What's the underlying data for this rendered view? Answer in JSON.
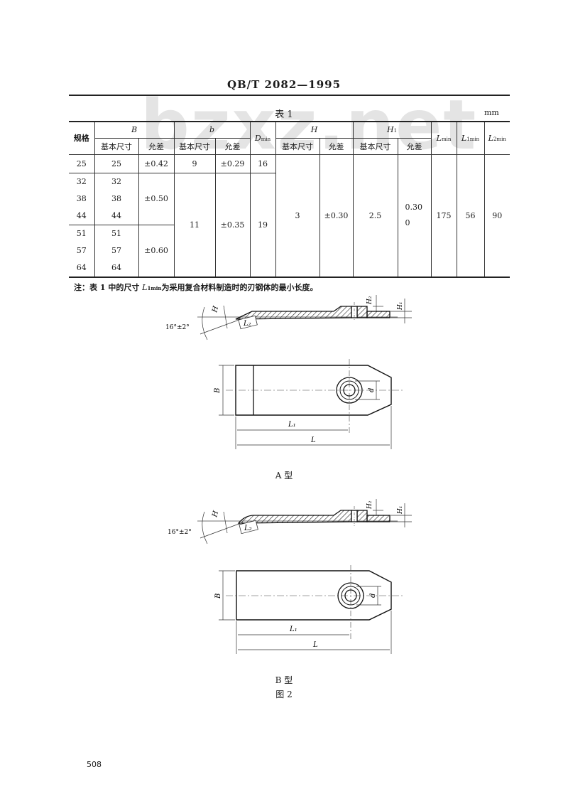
{
  "header": {
    "standard_no": "QB/T 2082—1995"
  },
  "watermark": "bzxz.net",
  "table": {
    "caption": "表 1",
    "unit": "mm",
    "columns": {
      "spec": "规格",
      "B": "B",
      "b": "b",
      "D_min": {
        "main": "D",
        "sub": "min"
      },
      "H": "H",
      "H1": {
        "main": "H",
        "sub": "1"
      },
      "L_min": {
        "main": "L",
        "sub": "min"
      },
      "L1_min": {
        "main": "L",
        "sub": "1min"
      },
      "L2_min": {
        "main": "L",
        "sub": "2min"
      },
      "basic_size": "基本尺寸",
      "tolerance": "允差"
    },
    "rows": {
      "r25": {
        "spec": "25",
        "B_basic": "25",
        "B_tol": "±0.42",
        "b_basic": "9",
        "b_tol": "±0.29",
        "D_min": "16"
      },
      "group1": {
        "specs": [
          "32",
          "38",
          "44"
        ],
        "B_basic": [
          "32",
          "38",
          "44"
        ],
        "B_tol": "±0.50"
      },
      "group2": {
        "specs": [
          "51",
          "57",
          "64"
        ],
        "B_basic": [
          "51",
          "57",
          "64"
        ],
        "B_tol": "±0.60"
      },
      "b_basic_merged": "11",
      "b_tol_merged": "±0.35",
      "D_min_merged": "19",
      "H_basic": "3",
      "H_tol": "±0.30",
      "H1_basic": "2.5",
      "H1_tol_line1": "0.30",
      "H1_tol_line2": "0",
      "L_min": "175",
      "L1_min": "56",
      "L2_min": "90"
    }
  },
  "note": {
    "prefix": "注：表 1 中的尺寸 ",
    "sym_main": "L",
    "sym_sub": "1min",
    "suffix": "为采用复合材料制造时的刃钢体的最小长度。"
  },
  "figures": {
    "angle_label": "16°±2°",
    "dim_H": "H",
    "dim_H1": "H1",
    "dim_H2": "H2",
    "dim_L2": "L2",
    "dim_B": "B",
    "dim_d": "d",
    "dim_L1": "L1",
    "dim_L": "L",
    "type_a_label": "A 型",
    "type_b_label": "B 型",
    "figure_caption": "图 2"
  },
  "footer": {
    "page_number": "508"
  }
}
